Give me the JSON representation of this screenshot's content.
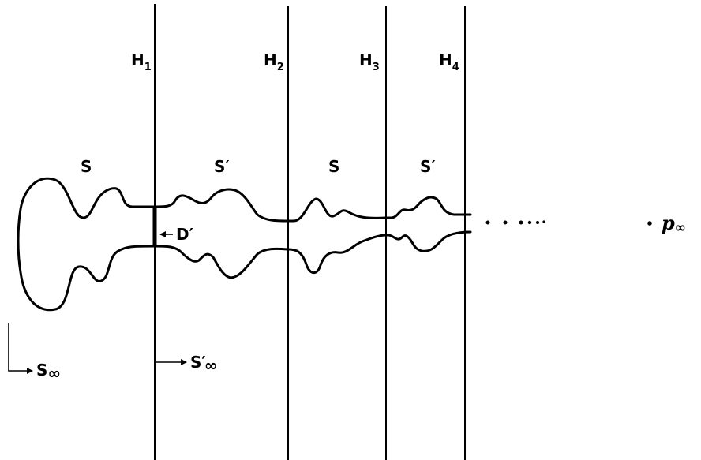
{
  "hyperplanes": [
    {
      "letter": "H",
      "sub": "1"
    },
    {
      "letter": "H",
      "sub": "2"
    },
    {
      "letter": "H",
      "sub": "3"
    },
    {
      "letter": "H",
      "sub": "4"
    }
  ],
  "regions": [
    {
      "label": "S"
    },
    {
      "label": "S′"
    },
    {
      "label": "S"
    },
    {
      "label": "S′"
    }
  ],
  "disk_label": "D′",
  "ends": {
    "s_letter": "S",
    "s_sub": "∞",
    "sprime_letter": "S′",
    "sprime_sub": "∞"
  },
  "limit_point": {
    "letter": "p",
    "sub": "∞"
  },
  "colors": {
    "ink": "#000000",
    "paper": "#ffffff"
  }
}
